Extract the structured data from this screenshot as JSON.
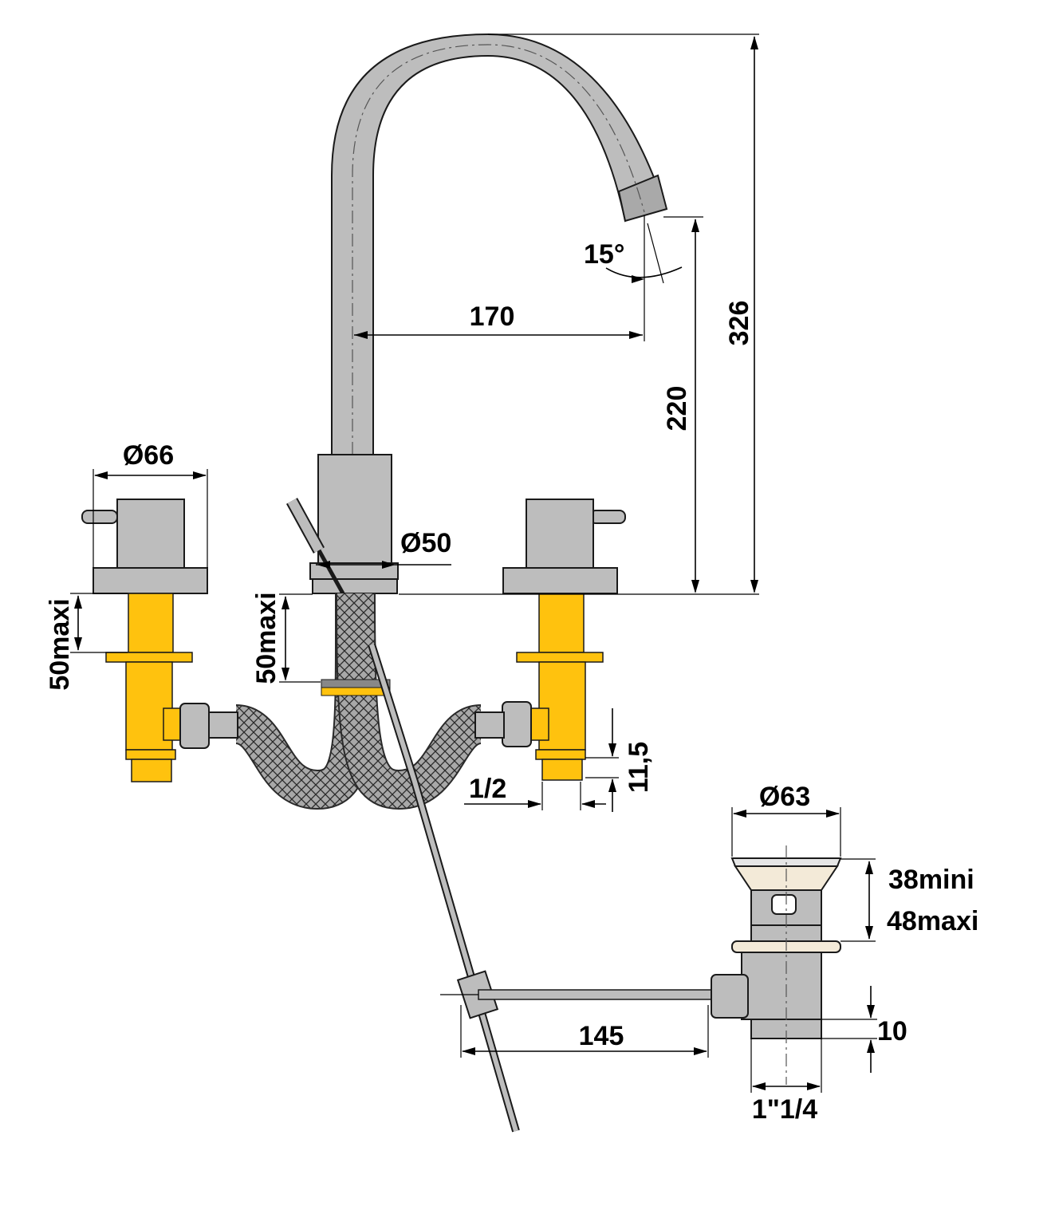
{
  "dimensions": {
    "overall_height": "326",
    "spout_height": "220",
    "spout_reach": "170",
    "spout_angle": "15°",
    "handle_diameter": "Ø66",
    "spout_base_diameter": "Ø50",
    "handle_max_deck": "50maxi",
    "spout_max_deck": "50maxi",
    "inlet_thread": "1/2",
    "inlet_length": "11,5",
    "waste_diameter": "Ø63",
    "waste_min": "38mini",
    "waste_max": "48maxi",
    "rod_length": "145",
    "waste_tail": "10",
    "waste_thread": "1\"1/4"
  },
  "colors": {
    "chrome": "#bdbdbd",
    "brass": "#ffc20e",
    "seal": "#f3ead8",
    "line": "#000000"
  }
}
